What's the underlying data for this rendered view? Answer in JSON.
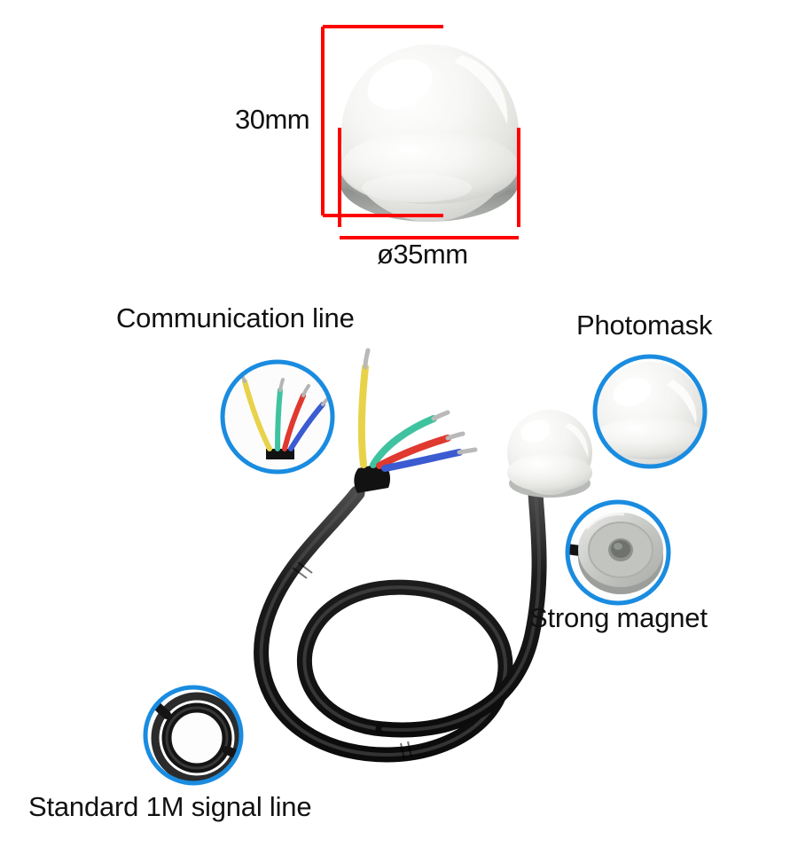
{
  "background_color": "#ffffff",
  "accent_colors": {
    "dimension_line": "#ff0000",
    "callout_ring": "#1a8ce0",
    "cable": "#1c1c1c",
    "dome_white": "#f4f4f2",
    "magnet_silver": "#c9cbc8"
  },
  "dimensions": {
    "height": {
      "label": "30mm",
      "icon": "vertical-dimension-line"
    },
    "diameter": {
      "label": "ø35mm",
      "icon": "horizontal-dimension-line"
    }
  },
  "product": {
    "name": "dome-sensor",
    "dome_icon": "white-dome-icon",
    "base_icon": "metal-base-icon"
  },
  "callouts": [
    {
      "id": "communication-line",
      "label": "Communication line",
      "detail_icon": "stripped-wires-icon",
      "wires": [
        {
          "name": "yellow-wire",
          "color": "#e8d24a"
        },
        {
          "name": "green-wire",
          "color": "#3fc2a0"
        },
        {
          "name": "red-wire",
          "color": "#e0392f"
        },
        {
          "name": "blue-wire",
          "color": "#3b5bd0"
        }
      ]
    },
    {
      "id": "photomask",
      "label": "Photomask",
      "detail_icon": "photomask-dome-icon"
    },
    {
      "id": "strong-magnet",
      "label": "Strong magnet",
      "detail_icon": "magnet-disc-icon"
    },
    {
      "id": "standard-signal-line",
      "label": "Standard 1M signal line",
      "detail_icon": "coiled-cable-icon"
    }
  ]
}
